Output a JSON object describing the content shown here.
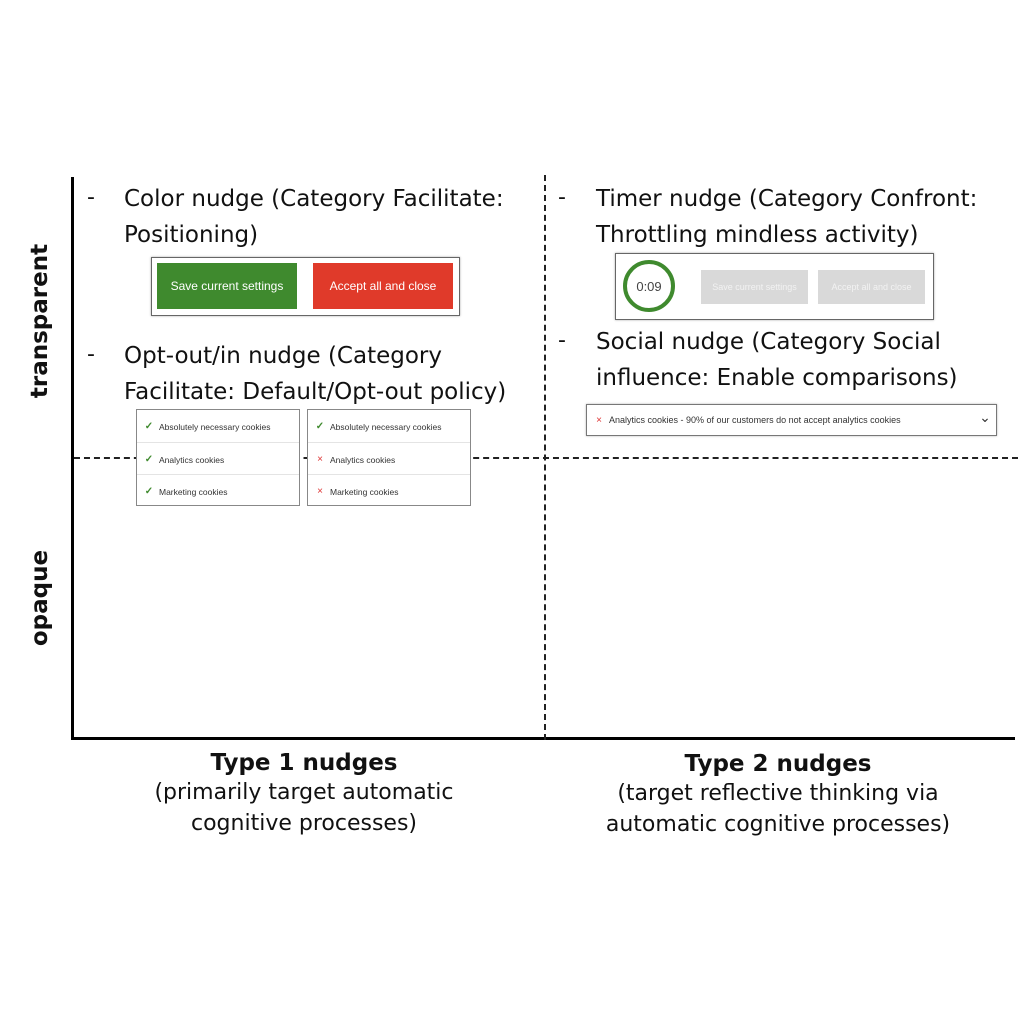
{
  "y_axis": {
    "top_label": "transparent",
    "bottom_label": "opaque"
  },
  "x_axis": {
    "left": {
      "title": "Type 1 nudges",
      "sub1": "(primarily target automatic",
      "sub2": "cognitive processes)"
    },
    "right": {
      "title": "Type 2 nudges",
      "sub1": "(target reflective thinking via",
      "sub2": "automatic cognitive processes)"
    }
  },
  "q1": {
    "color": {
      "dash": "-",
      "line1": "Color nudge (Category Facilitate:",
      "line2": "Positioning)",
      "save_button": "Save current settings",
      "accept_button": "Accept all and close",
      "green": "#3f8a2e",
      "red": "#e03a2a"
    },
    "optout": {
      "dash": "-",
      "line1": "Opt-out/in nudge (Category",
      "line2": "Facilitate: Default/Opt-out policy)",
      "list_a": [
        {
          "mark": "✓",
          "label": "Absolutely necessary cookies"
        },
        {
          "mark": "✓",
          "label": "Analytics cookies"
        },
        {
          "mark": "✓",
          "label": "Marketing cookies"
        }
      ],
      "list_b": [
        {
          "mark": "✓",
          "label": "Absolutely necessary cookies"
        },
        {
          "mark": "×",
          "label": "Analytics cookies"
        },
        {
          "mark": "×",
          "label": "Marketing cookies"
        }
      ]
    }
  },
  "q2": {
    "timer": {
      "dash": "-",
      "line1": "Timer nudge (Category Confront:",
      "line2": "Throttling mindless activity)",
      "time": "0:09",
      "save_button": "Save current settings",
      "accept_button": "Accept all and close"
    },
    "social": {
      "dash": "-",
      "line1": "Social nudge (Category Social",
      "line2": "influence: Enable comparisons)",
      "mark": "×",
      "message": "Analytics cookies - 90% of our customers do not accept analytics cookies",
      "chevron": "⌄"
    }
  }
}
